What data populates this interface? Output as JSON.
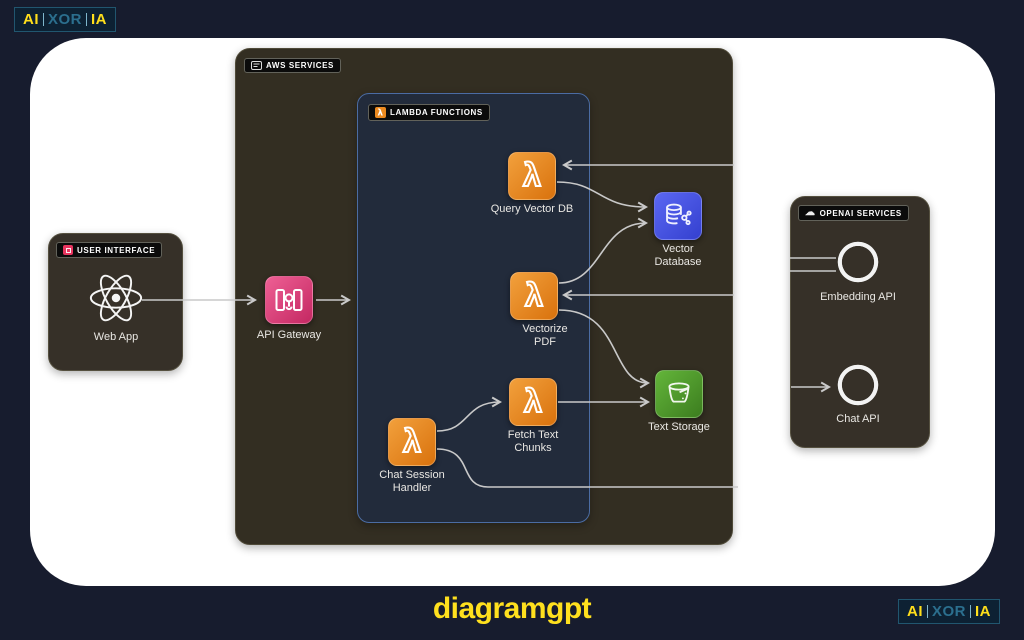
{
  "branding": {
    "logo": {
      "p1": "AI",
      "p2": "XOR",
      "p3": "IA"
    },
    "watermark": "diagramgpt"
  },
  "diagram": {
    "groups": {
      "user_interface": {
        "label": "USER INTERFACE"
      },
      "aws": {
        "label": "AWS SERVICES"
      },
      "lambda": {
        "label": "LAMBDA FUNCTIONS"
      },
      "openai": {
        "label": "OPENAI SERVICES"
      }
    },
    "nodes": {
      "web_app": {
        "label": "Web App"
      },
      "api_gateway": {
        "label": "API Gateway"
      },
      "query_vector_db": {
        "label": "Query Vector DB"
      },
      "vectorize_pdf": {
        "label": "Vectorize PDF"
      },
      "fetch_text_chunks": {
        "label": "Fetch Text Chunks"
      },
      "chat_session_handler": {
        "label": "Chat Session Handler"
      },
      "vector_database": {
        "label": "Vector Database"
      },
      "text_storage": {
        "label": "Text Storage"
      },
      "embedding_api": {
        "label": "Embedding API"
      },
      "chat_api": {
        "label": "Chat API"
      }
    },
    "edges": [
      {
        "from": "Web App",
        "to": "API Gateway"
      },
      {
        "from": "API Gateway",
        "to": "Lambda Functions"
      },
      {
        "from": "Embedding API",
        "to": "Query Vector DB"
      },
      {
        "from": "Embedding API",
        "to": "Vectorize PDF"
      },
      {
        "from": "Query Vector DB",
        "to": "Vector Database"
      },
      {
        "from": "Vectorize PDF",
        "to": "Vector Database"
      },
      {
        "from": "Vectorize PDF",
        "to": "Text Storage"
      },
      {
        "from": "Fetch Text Chunks",
        "to": "Text Storage"
      },
      {
        "from": "Chat Session Handler",
        "to": "Fetch Text Chunks"
      },
      {
        "from": "Chat Session Handler",
        "to": "Chat API"
      }
    ],
    "colors": {
      "page_background": "#171C2E",
      "canvas": "#FFFFFF",
      "aws_box": "#332E22",
      "lambda_box": "#222B3B",
      "lambda_box_border": "#4B6CA3",
      "node_box": "#363028",
      "lambda_icon": "#EC8A1F",
      "gateway_icon": "#E0366E",
      "vector_db_icon": "#4451E3",
      "storage_icon": "#4E9A2F",
      "connector": "#C9C9C9",
      "watermark_yellow": "#FFE01E",
      "logo_yellow": "#FFDF1B",
      "logo_blue": "#2B6F8E"
    }
  }
}
